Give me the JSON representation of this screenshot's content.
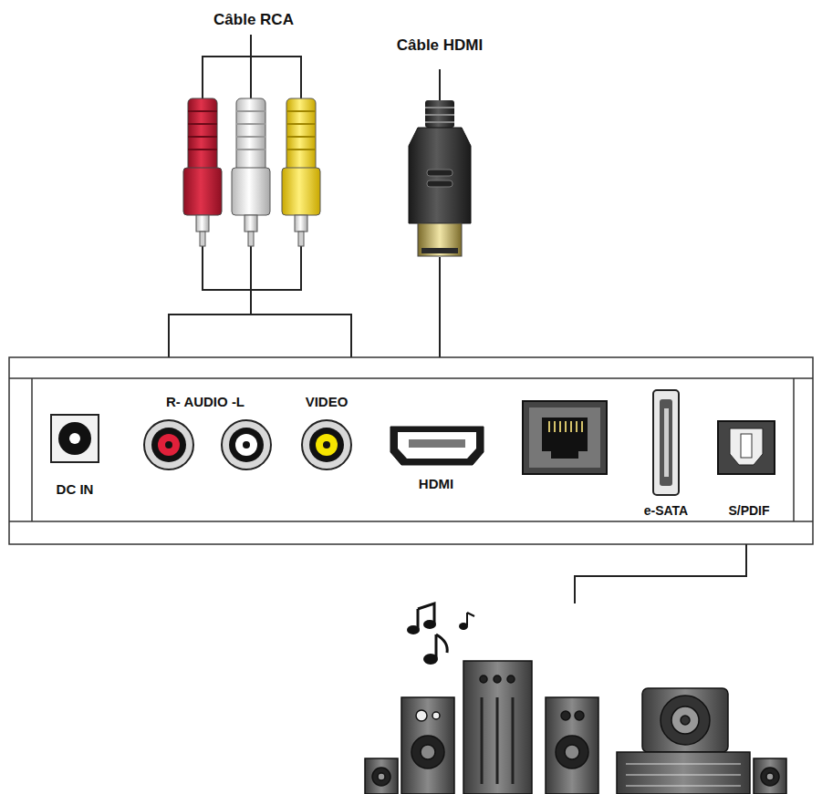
{
  "diagram": {
    "labels": [
      "Câble RCA",
      "Câble HDMI",
      "R- AUDIO -L",
      "VIDEO",
      "DC IN",
      "HDMI",
      "e-SATA",
      "S/PDIF"
    ]
  }
}
